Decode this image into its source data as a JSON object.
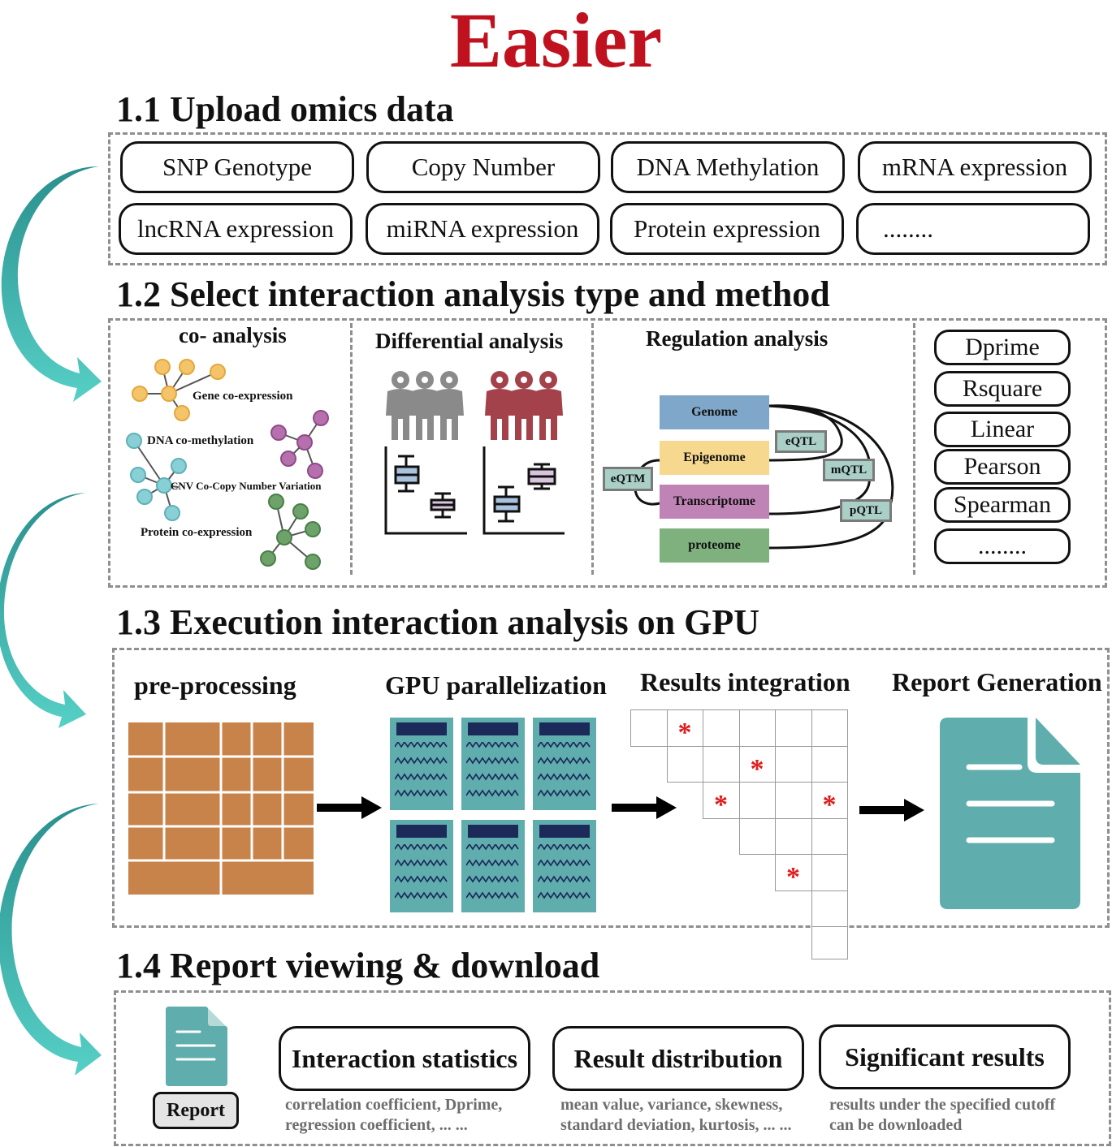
{
  "title": "Easier",
  "sections": {
    "s1": "1.1 Upload omics data",
    "s2": "1.2 Select interaction analysis type and method",
    "s3": "1.3 Execution interaction analysis on GPU",
    "s4": "1.4 Report viewing & download"
  },
  "omics": [
    "SNP Genotype",
    "Copy Number",
    "DNA Methylation",
    "mRNA expression",
    "lncRNA expression",
    "miRNA expression",
    "Protein expression",
    "........"
  ],
  "co_analysis": {
    "title": "co- analysis",
    "gene": "Gene co-expression",
    "dna": "DNA co-methylation",
    "cnv": "CNV Co-Copy Number Variation",
    "protein": "Protein co-expression"
  },
  "differential": {
    "title": "Differential analysis"
  },
  "regulation": {
    "title": "Regulation analysis",
    "layers": [
      "Genome",
      "Epigenome",
      "Transcriptome",
      "proteome"
    ],
    "tags": {
      "eqtl": "eQTL",
      "mqtl": "mQTL",
      "pqtl": "pQTL",
      "eqtm": "eQTM"
    }
  },
  "methods": [
    "Dprime",
    "Rsquare",
    "Linear",
    "Pearson",
    "Spearman",
    "........"
  ],
  "stages": [
    "pre-processing",
    "GPU parallelization",
    "Results integration",
    "Report Generation"
  ],
  "report": {
    "icon_label": "Report",
    "categories": [
      {
        "title": "Interaction statistics",
        "desc1": "correlation coefficient, Dprime,",
        "desc2": "regression coefficient, ... ..."
      },
      {
        "title": "Result distribution",
        "desc1": "mean value, variance, skewness,",
        "desc2": "standard deviation, kurtosis,  ... ..."
      },
      {
        "title": "Significant results",
        "desc1": "results under the specified cutoff",
        "desc2": "can be downloaded"
      }
    ]
  },
  "colors": {
    "title": "#c0121e",
    "teal": "#5fadac",
    "grid_orange": "#c8834a",
    "genome": "#7fa7c9",
    "epigenome": "#f6d88f",
    "transcriptome": "#c083b6",
    "proteome": "#7fb17f",
    "star": "#e01b1b",
    "gene_node": "#f5c46a",
    "methyl_node": "#b670ad",
    "cnv_node": "#88d0d6",
    "protein_node": "#6da36a"
  }
}
